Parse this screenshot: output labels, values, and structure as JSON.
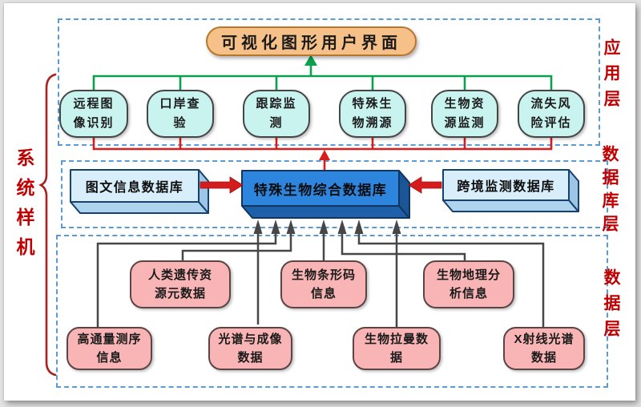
{
  "title_box": {
    "label": "可视化图形用户界面"
  },
  "side_labels": {
    "left_brace": "系统样机",
    "right": [
      {
        "label": "应用层"
      },
      {
        "label": "数据库层"
      },
      {
        "label": "数据层"
      }
    ]
  },
  "app_modules": [
    {
      "label": "远程图\n像识别"
    },
    {
      "label": "口岸查\n验"
    },
    {
      "label": "跟踪监\n测"
    },
    {
      "label": "特殊生\n物溯源"
    },
    {
      "label": "生物资\n源监测"
    },
    {
      "label": "流失风\n险评估"
    }
  ],
  "databases": {
    "left": {
      "label": "图文信息数据库"
    },
    "center": {
      "label": "特殊生物综合数据库"
    },
    "right": {
      "label": "跨境监测数据库"
    }
  },
  "data_sources": [
    {
      "label": "人类遗传资\n源元数据"
    },
    {
      "label": "生物条形码\n信息"
    },
    {
      "label": "生物地理分\n析信息"
    },
    {
      "label": "高通量测序\n信息"
    },
    {
      "label": "光谱与成像\n数据"
    },
    {
      "label": "生物拉曼数\n据"
    },
    {
      "label": "X射线光谱\n数据"
    }
  ],
  "colors": {
    "app_bus_green": "#0aa14e",
    "red_flow": "#d91c1c",
    "layer_dash_blue": "#5b9bd5",
    "side_label_red": "#c00000",
    "app_node_fill": "#c9f3ef",
    "source_node_fill": "#f9b5b5",
    "title_fill": "#f6c189",
    "db_side_fill": "#d9eefb",
    "db_center_fill": "#2e85de",
    "data_arrow_gray": "#474747"
  }
}
